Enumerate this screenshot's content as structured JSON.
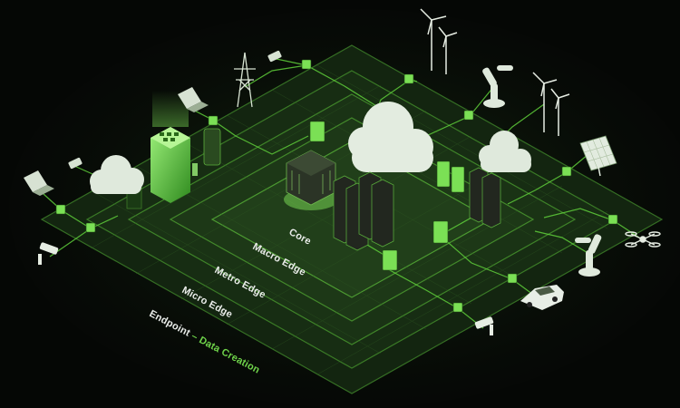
{
  "tiers": {
    "core": "Core",
    "macro_edge": "Macro Edge",
    "metro_edge": "Metro Edge",
    "micro_edge": "Micro Edge",
    "endpoint": "Endpoint",
    "endpoint_separator": " – ",
    "endpoint_accent": "Data Creation"
  },
  "colors": {
    "background": "#050705",
    "ring": "#1f3a18",
    "ring_edge": "#3a7a26",
    "grid": "#2f5a22",
    "accent": "#6fd44a",
    "cloud": "#dfe9dc",
    "server": "#22271f"
  },
  "icons": [
    "laptop-icon",
    "phone-icon",
    "security-camera-icon",
    "power-pylon-icon",
    "wind-turbine-icon",
    "robot-arm-icon",
    "solar-panel-icon",
    "drone-icon",
    "car-icon",
    "cloud-icon",
    "server-rack-icon",
    "data-center-icon",
    "switch-node-icon"
  ]
}
